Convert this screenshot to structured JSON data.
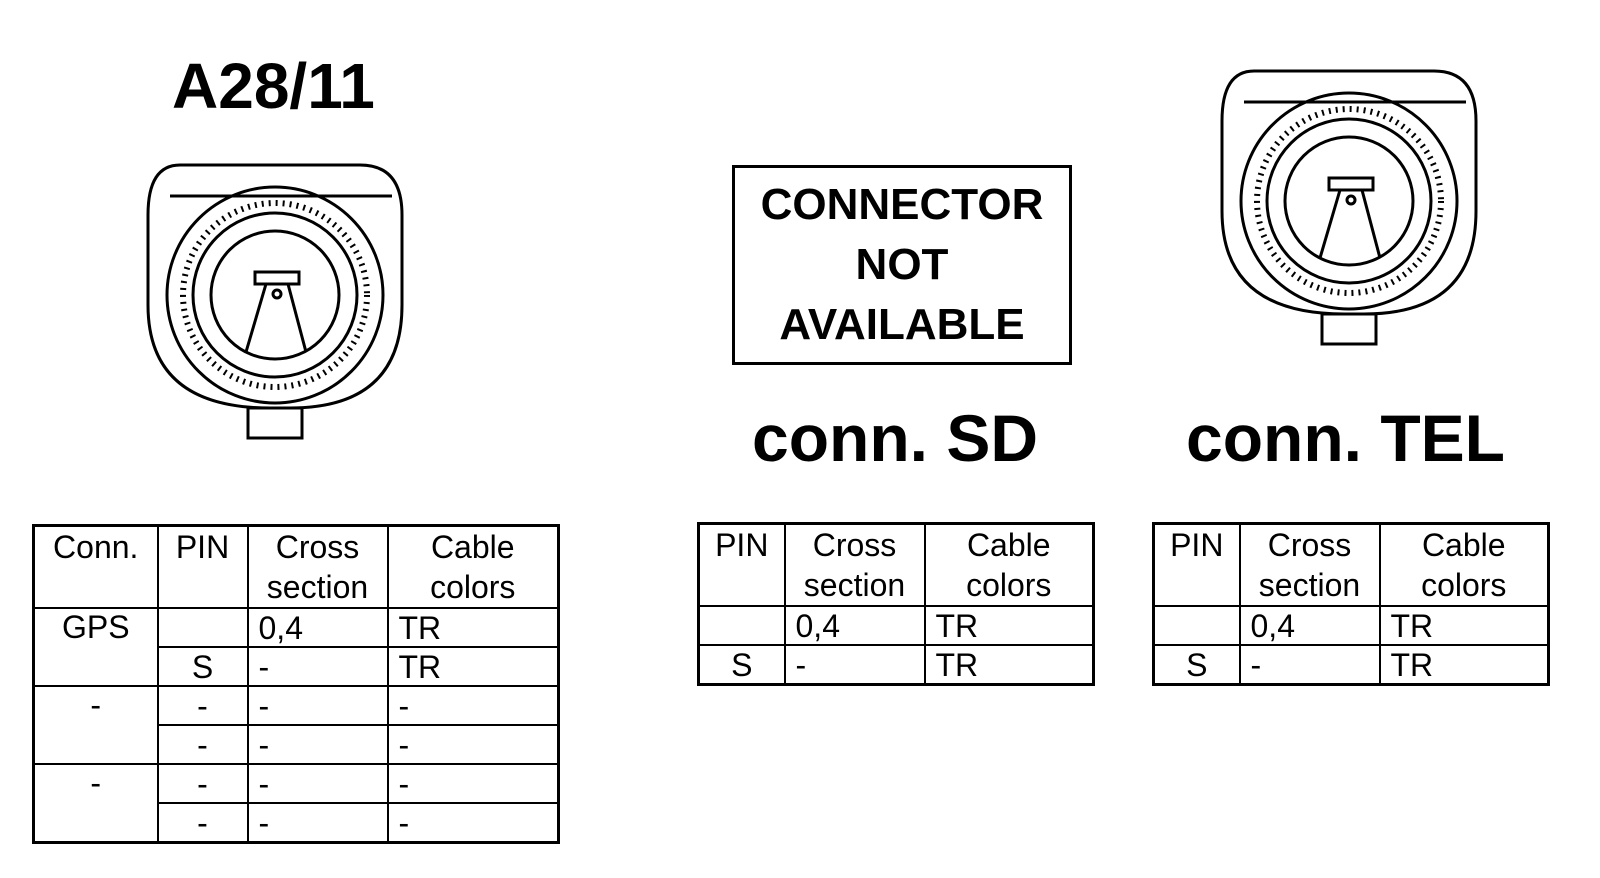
{
  "connectors": {
    "a28": {
      "title": "A28/11",
      "headers": [
        "Conn.",
        "PIN",
        "Cross\nsection",
        "Cable\ncolors"
      ],
      "rows": [
        {
          "conn": "GPS",
          "pin": "",
          "section": "0,4",
          "color": "TR"
        },
        {
          "conn": "",
          "pin": "S",
          "section": "-",
          "color": "TR"
        },
        {
          "conn": "-",
          "pin": "-",
          "section": "-",
          "color": "-"
        },
        {
          "conn": "",
          "pin": "-",
          "section": "-",
          "color": "-"
        },
        {
          "conn": "-",
          "pin": "-",
          "section": "-",
          "color": "-"
        },
        {
          "conn": "",
          "pin": "-",
          "section": "-",
          "color": "-"
        }
      ]
    },
    "sd": {
      "title": "conn. SD",
      "not_available": [
        "CONNECTOR",
        "NOT",
        "AVAILABLE"
      ],
      "headers": [
        "PIN",
        "Cross\nsection",
        "Cable\ncolors"
      ],
      "rows": [
        {
          "pin": "",
          "section": "0,4",
          "color": "TR"
        },
        {
          "pin": "S",
          "section": "-",
          "color": "TR"
        }
      ]
    },
    "tel": {
      "title": "conn. TEL",
      "headers": [
        "PIN",
        "Cross\nsection",
        "Cable\ncolors"
      ],
      "rows": [
        {
          "pin": "",
          "section": "0,4",
          "color": "TR"
        },
        {
          "pin": "S",
          "section": "-",
          "color": "TR"
        }
      ]
    }
  }
}
